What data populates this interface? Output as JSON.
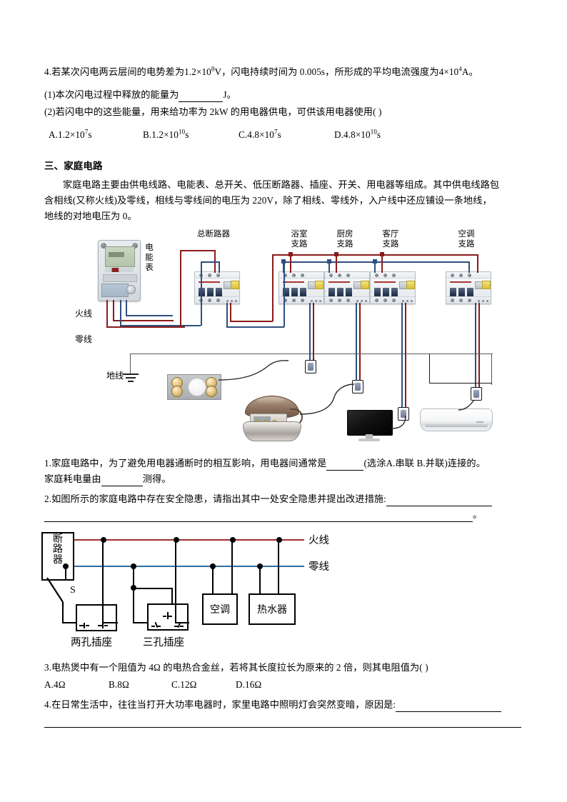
{
  "questions_top": {
    "q4_line1_a": "4.若某次闪电两云层间的电势差为",
    "q4_val1": "1.2×10",
    "q4_val1_exp": "8",
    "q4_val1_unit": "V",
    "q4_line1_b": "，闪电持续时间为 0.005s，所形成的平均电流强度为",
    "q4_val2": "4×10",
    "q4_val2_exp": "4",
    "q4_val2_unit": "A",
    "q4_line1_c": "。",
    "q4_sub1_a": "(1)本次闪电过程中释放的能量为",
    "q4_sub1_b": "J。",
    "q4_sub2": "(2)若闪电中的这些能量，用来给功率为 2kW 的用电器供电，可供该用电器使用(           )",
    "options": [
      {
        "label": "A.",
        "mantissa": "1.2×10",
        "exp": "7",
        "unit": "s"
      },
      {
        "label": "B.",
        "mantissa": "1.2×10",
        "exp": "10",
        "unit": "s"
      },
      {
        "label": "C.",
        "mantissa": "4.8×10",
        "exp": "7",
        "unit": "s"
      },
      {
        "label": "D.",
        "mantissa": "4.8×10",
        "exp": "10",
        "unit": "s"
      }
    ]
  },
  "section": {
    "heading": "三、家庭电路",
    "paragraph_line1": "家庭电路主要由供电线路、电能表、总开关、低压断路器、插座、开关、用电器等组成。其中供电线路包",
    "paragraph_line2": "含相线(又称火线)及零线，相线与零线间的电压为 220V，除了相线、零线外，入户线中还应铺设一条地线，",
    "paragraph_line3": "地线的对地电压为 0。"
  },
  "figure1": {
    "meter_label": "电\n能\n表",
    "main_breaker_label": "总断路器",
    "branches": [
      {
        "name": "浴室\n支路"
      },
      {
        "name": "厨房\n支路"
      },
      {
        "name": "客厅\n支路"
      },
      {
        "name": "空调\n支路"
      }
    ],
    "live_label": "火线",
    "neutral_label": "零线",
    "ground_label": "地线"
  },
  "questions_mid": {
    "q1_a": "1.家庭电路中，为了避免用电器通断时的相互影响，用电器间通常是",
    "q1_b": "(选涂A.串联    B.并联)连接的。",
    "q1_line2_a": "家庭耗电量由",
    "q1_line2_b": "测得。",
    "q2": "2.如图所示的家庭电路中存在安全隐患，请指出其中一处安全隐患并提出改进措施:",
    "q2_end": "。"
  },
  "figure2": {
    "breaker_label": "断\n路\n器",
    "switch_label": "S",
    "live_label": "火线",
    "neutral_label": "零线",
    "socket2_caption": "两孔插座",
    "socket3_caption": "三孔插座",
    "appliance1": "空调",
    "appliance2": "热水器"
  },
  "questions_bottom": {
    "q3": "3.电热煲中有一个阻值为 4Ω 的电热合金丝，若将其长度拉长为原来的 2 倍，则其电阻值为(          )",
    "q3_options": [
      "A.4Ω",
      "B.8Ω",
      "C.12Ω",
      "D.16Ω"
    ],
    "q4": "4.在日常生活中，往往当打开大功率电器时，家里电路中照明灯会突然变暗，原因是:"
  }
}
